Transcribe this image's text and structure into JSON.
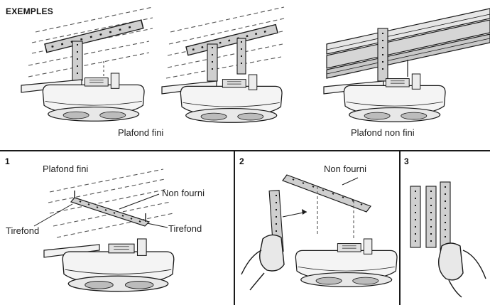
{
  "header": {
    "title": "EXEMPLES"
  },
  "top": {
    "finished_ceiling_label": "Plafond fini",
    "unfinished_ceiling_label": "Plafond non fini"
  },
  "panel1": {
    "step": "1",
    "ceiling_label": "Plafond fini",
    "bracket_label": "Non fourni",
    "lag_screw_left_label": "Tirefond",
    "lag_screw_right_label": "Tirefond"
  },
  "panel2": {
    "step": "2",
    "bracket_label": "Non fourni"
  },
  "panel3": {
    "step": "3"
  },
  "colors": {
    "line": "#1a1a1a",
    "dash": "#555555",
    "metal": "#bdbdbd",
    "opener": "#f2f2f2"
  }
}
